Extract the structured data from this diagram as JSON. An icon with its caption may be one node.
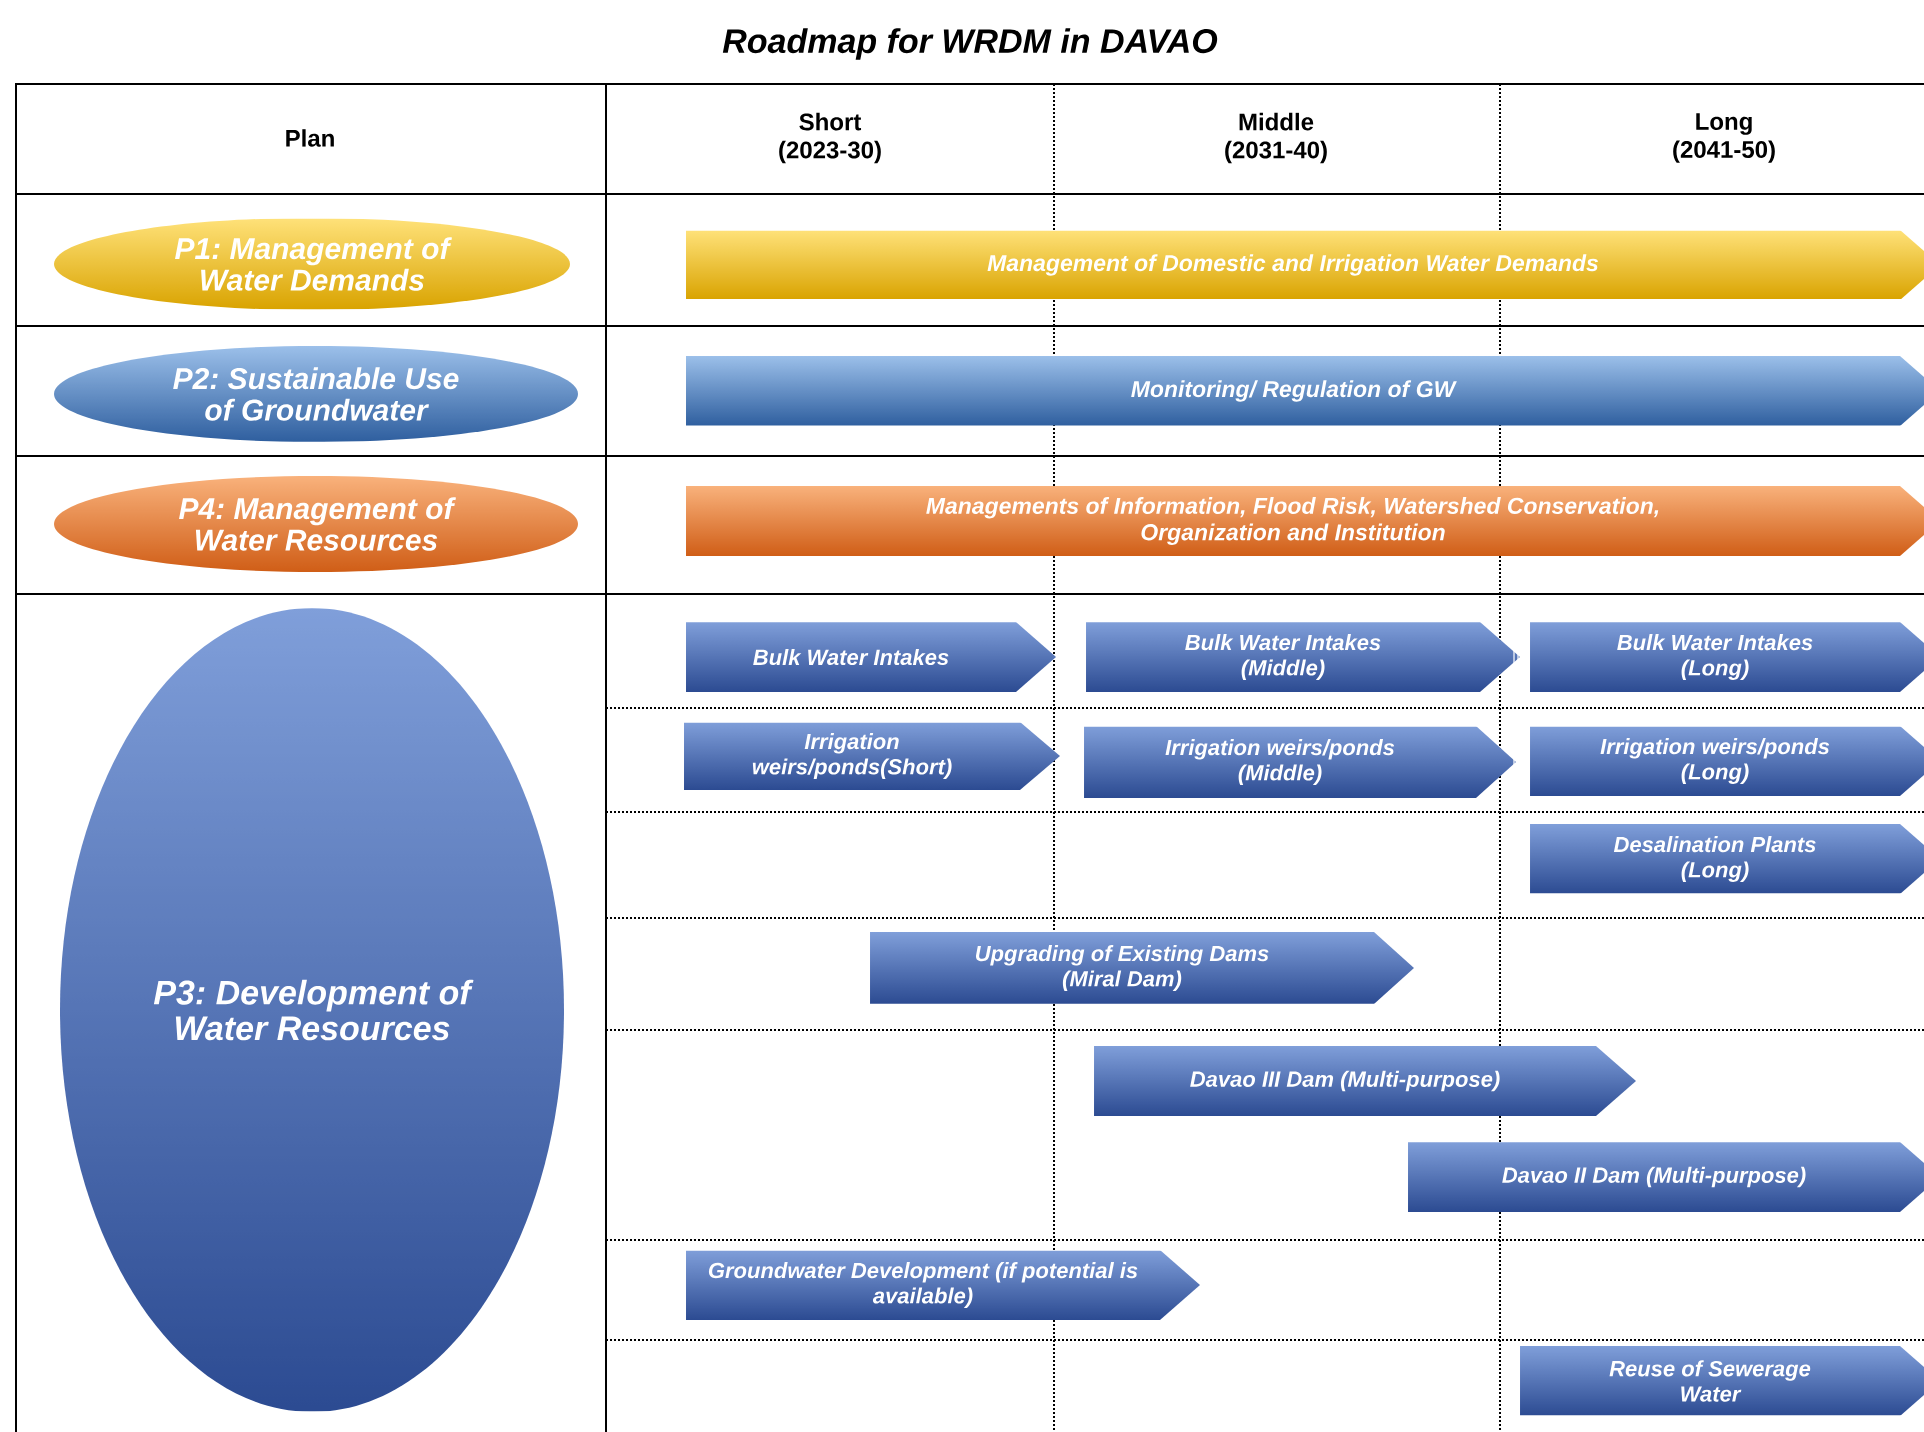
{
  "diagram": {
    "title": "Roadmap for WRDM in DAVAO",
    "nodes": [
      {
        "text": [
          "P1: Management of Water Demands"
        ]
      },
      {
        "text": [
          "Management of Domestic and Irrigation Water Demands"
        ]
      },
      {
        "text": [
          "P2: Sustainable Use of Groundwater"
        ]
      },
      {
        "text": [
          "Monitoring/ Regulation of GW"
        ]
      },
      {
        "text": [
          "P4: Management of Water Resources"
        ]
      },
      {
        "text": [
          "Managements of Information, Flood Risk, Watershed Conservation, Organization and Institution"
        ]
      },
      {
        "text": [
          "P3: Development of Water Resources"
        ]
      },
      {
        "text": [
          "Bulk Water Intakes"
        ]
      },
      {
        "text": [
          "Bulk Water Intakes (Middle)"
        ]
      },
      {
        "text": [
          "Bulk Water Intakes (Long)"
        ]
      },
      {
        "text": [
          "Irrigation weirs/ponds(Short)"
        ]
      },
      {
        "text": [
          "Irrigation weirs/ponds (Middle)"
        ]
      },
      {
        "text": [
          "Irrigation weirs/ponds (Long)"
        ]
      },
      {
        "text": [
          "Desalination Plants (Long)"
        ]
      },
      {
        "text": [
          "Upgrading of Existing Dams (Miral Dam)"
        ]
      },
      {
        "text": [
          "Davao III Dam (Multi-purpose)"
        ]
      },
      {
        "text": [
          "Davao II Dam (Multi-purpose)"
        ]
      },
      {
        "text": [
          "Groundwater Development (if potential is available)"
        ]
      },
      {
        "text": [
          "Reuse of Sewerage Water"
        ]
      }
    ],
    "labels": [
      "Plan",
      "Short (2023-30)",
      "Middle (2031-40)",
      "Long (2041-50)"
    ]
  }
}
